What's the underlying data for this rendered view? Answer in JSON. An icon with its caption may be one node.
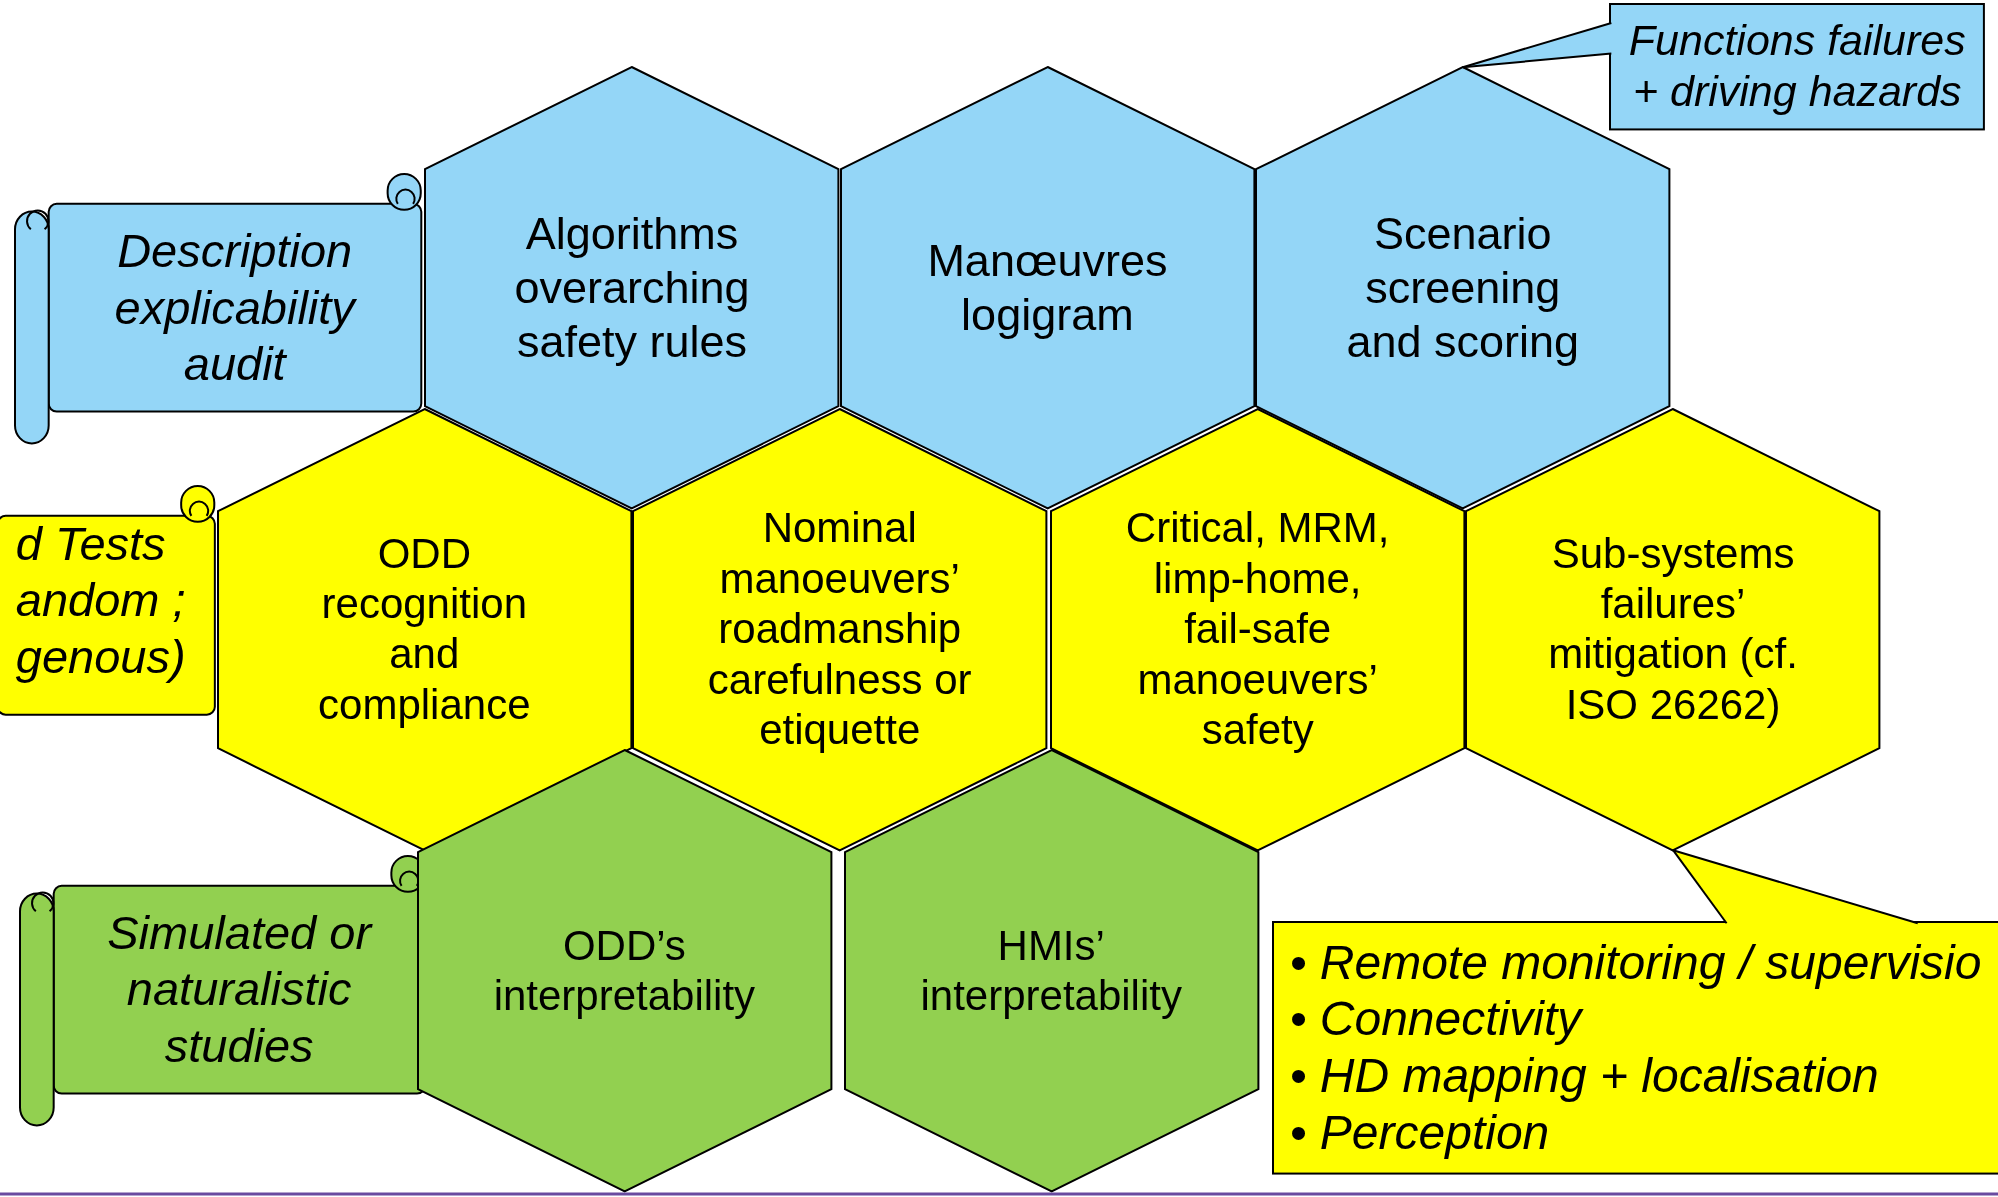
{
  "diagram": {
    "nodes": [
      {
        "text": [
          "Functions failures + driving hazards"
        ]
      },
      {
        "text": [
          "Description explicability audit"
        ]
      },
      {
        "text": [
          "Algorithms overarching safety rules"
        ]
      },
      {
        "text": [
          "Manœuvres logigram"
        ]
      },
      {
        "text": [
          "Scenario screening and scoring"
        ]
      },
      {
        "text": [
          "d Tests andom ; genous)"
        ]
      },
      {
        "text": [
          "ODD recognition and compliance"
        ]
      },
      {
        "text": [
          "Nominal manoeuvers’ roadmanship carefulness or etiquette"
        ]
      },
      {
        "text": [
          "Critical, MRM, limp-home, fail-safe manoeuvers’ safety"
        ]
      },
      {
        "text": [
          "Sub-systems failures’ mitigation (cf. ISO 26262)"
        ]
      },
      {
        "text": [
          "Simulated or naturalistic studies"
        ]
      },
      {
        "text": [
          "ODD’s interpretability"
        ]
      },
      {
        "text": [
          "HMIs’ interpretability"
        ]
      },
      {
        "text": [
          "• Remote monitoring / supervisio",
          "• Connectivity",
          "• HD mapping + localisation",
          "• Perception"
        ]
      }
    ],
    "edges": [
      {
        "from": 0,
        "to": 4,
        "arrow": "none"
      },
      {
        "from": 13,
        "to": 9,
        "arrow": "none"
      }
    ]
  }
}
